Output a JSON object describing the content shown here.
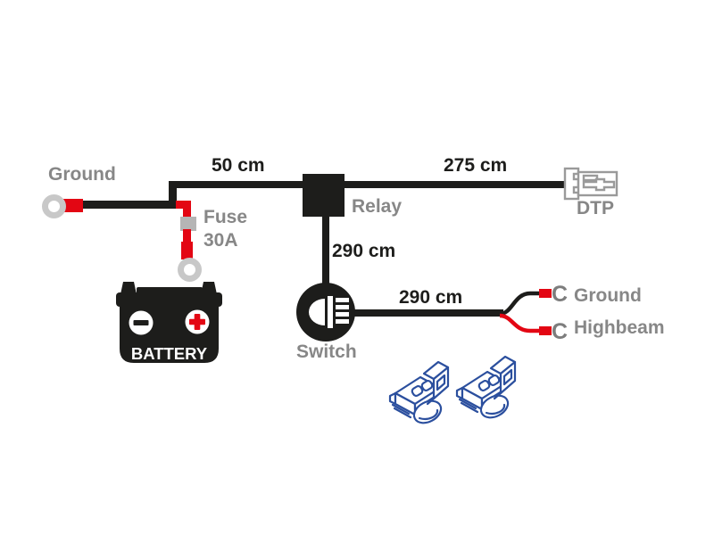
{
  "diagram": {
    "battery_branch": {
      "ground_label": "Ground",
      "wire_length": "50 cm",
      "fuse_label": "Fuse",
      "fuse_rating": "30A",
      "battery_label": "BATTERY"
    },
    "relay": {
      "label": "Relay"
    },
    "dtp_branch": {
      "wire_length": "275 cm",
      "connector_label": "DTP"
    },
    "switch_branch": {
      "wire_length": "290 cm",
      "switch_label": "Switch"
    },
    "output_branch": {
      "wire_length": "290 cm",
      "ground_label": "Ground",
      "highbeam_label": "Highbeam",
      "fork_glyph": "C"
    },
    "colors": {
      "wire_black": "#1d1d1b",
      "wire_red": "#e30613",
      "label_gray": "#878787",
      "ring_terminal_gray": "#c8c8c8",
      "fuse_holder_gray": "#b5b5b5",
      "fork_terminal_gray": "#7d7d7d",
      "dtp_outline_gray": "#9a9a9a",
      "splice_blue": "#2b4f9e",
      "background": "#ffffff"
    }
  }
}
